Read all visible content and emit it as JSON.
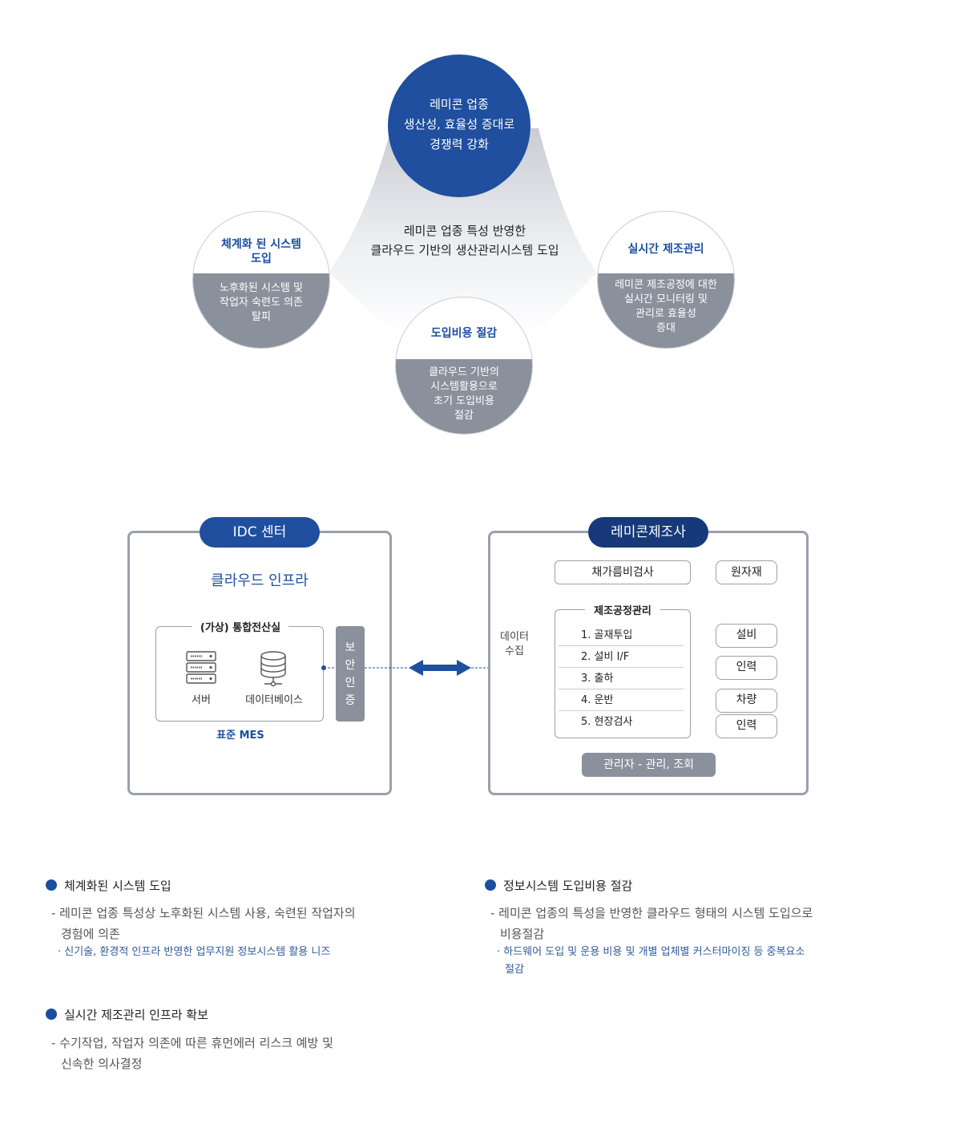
{
  "top": {
    "main_circle": [
      "레미콘 업종",
      "생산성, 효율성 증대로",
      "경쟁력 강화"
    ],
    "center_text": [
      "레미콘 업종 특성 반영한",
      "클라우드 기반의 생산관리시스템 도입"
    ],
    "left": {
      "title": [
        "체계화 된 시스템",
        "도입"
      ],
      "desc": [
        "노후화된 시스템 및",
        "작업자 숙련도 의존",
        "탈피"
      ]
    },
    "middle": {
      "title": [
        "도입비용 절감"
      ],
      "desc": [
        "클라우드 기반의",
        "시스템활용으로",
        "초기 도입비용",
        "절감"
      ]
    },
    "right": {
      "title": [
        "실시간 제조관리"
      ],
      "desc": [
        "레미콘 제조공정에 대한",
        "실시간 모니터링 및",
        "관리로 효율성",
        "증대"
      ]
    }
  },
  "idc": {
    "header": "IDC 센터",
    "subtitle": "클라우드 인프라",
    "room_label": "(가상) 통합전산실",
    "server_label": "서버",
    "db_label": "데이터베이스",
    "mes_label": "표준 MES",
    "security_label": [
      "보",
      "안",
      "인",
      "증"
    ]
  },
  "factory": {
    "header": "레미콘제조사",
    "inspect": "채가름비검사",
    "raw": "원자재",
    "process_title": "제조공정관리",
    "process_items": [
      "1. 골재투입",
      "2. 설비 I/F",
      "3. 출하",
      "4. 운반",
      "5. 현장검사"
    ],
    "data_collect": [
      "데이터",
      "수집"
    ],
    "side_boxes": [
      "설비",
      "인력",
      "차량",
      "인력"
    ],
    "admin": "관리자 - 관리, 조회"
  },
  "notes": {
    "left": [
      {
        "title": "체계화된 시스템 도입",
        "desc": [
          "- 레미콘 업종 특성상 노후화된 시스템 사용, 숙련된 작업자의",
          "경험에 의존"
        ],
        "sub": [
          "· 신기술, 환경적 인프라 반영한 업무지원 정보시스템 활용 니즈"
        ]
      },
      {
        "title": "실시간 제조관리 인프라 확보",
        "desc": [
          "- 수기작업, 작업자 의존에 따른 휴먼에러 리스크 예방 및",
          "신속한 의사결정"
        ],
        "sub": []
      }
    ],
    "right": [
      {
        "title": "정보시스템 도입비용 절감",
        "desc": [
          "- 레미콘 업종의 특성을 반영한 클라우드 형태의 시스템 도입으로",
          "비용절감"
        ],
        "sub": [
          "· 하드웨어 도입 및 운용 비용 및 개별 업체별 커스터마이징 등 중복요소",
          "절감"
        ]
      }
    ]
  }
}
